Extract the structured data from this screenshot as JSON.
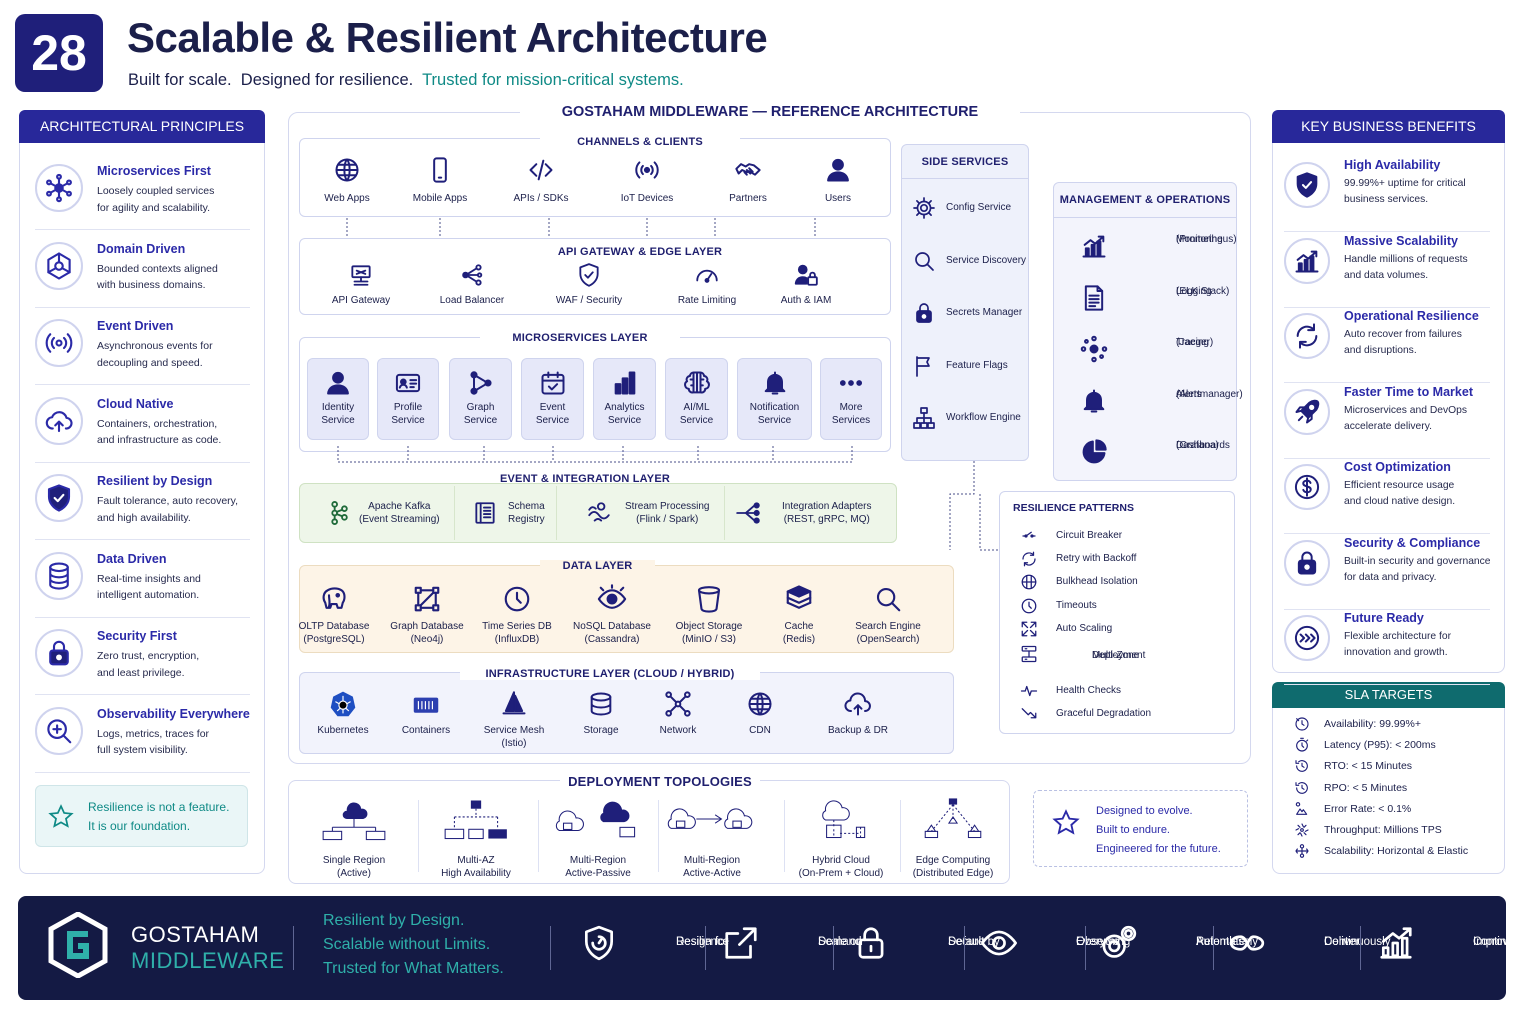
{
  "header": {
    "badge": "28",
    "title": "Scalable & Resilient Architecture",
    "tagline_a": "Built for scale.",
    "tagline_b": "Designed for resilience.",
    "tagline_c": "Trusted for mission-critical systems."
  },
  "principles": {
    "title": "ARCHITECTURAL PRINCIPLES",
    "items": [
      {
        "title": "Microservices First",
        "l1": "Loosely coupled services",
        "l2": "for agility and scalability.",
        "icon": "hexagon-network-icon"
      },
      {
        "title": "Domain Driven",
        "l1": "Bounded contexts aligned",
        "l2": "with business domains.",
        "icon": "domain-hexagon-icon"
      },
      {
        "title": "Event Driven",
        "l1": "Asynchronous events for",
        "l2": "decoupling and speed.",
        "icon": "broadcast-icon"
      },
      {
        "title": "Cloud Native",
        "l1": "Containers, orchestration,",
        "l2": "and infrastructure as code.",
        "icon": "cloud-upload-icon"
      },
      {
        "title": "Resilient by Design",
        "l1": "Fault tolerance, auto recovery,",
        "l2": "and high availability.",
        "icon": "shield-check-icon"
      },
      {
        "title": "Data Driven",
        "l1": "Real-time insights and",
        "l2": "intelligent automation.",
        "icon": "database-icon"
      },
      {
        "title": "Security First",
        "l1": "Zero trust, encryption,",
        "l2": "and least privilege.",
        "icon": "lock-icon"
      },
      {
        "title": "Observability Everywhere",
        "l1": "Logs, metrics, traces for",
        "l2": "full system visibility.",
        "icon": "magnifier-plus-icon"
      }
    ],
    "note_l1": "Resilience is not a feature.",
    "note_l2": "It is our foundation."
  },
  "arch": {
    "title": "GOSTAHAM MIDDLEWARE — REFERENCE ARCHITECTURE",
    "channels": {
      "title": "CHANNELS & CLIENTS",
      "items": [
        "Web Apps",
        "Mobile Apps",
        "APIs / SDKs",
        "IoT Devices",
        "Partners",
        "Users"
      ]
    },
    "gateway": {
      "title": "API GATEWAY & EDGE LAYER",
      "items": [
        "API Gateway",
        "Load Balancer",
        "WAF / Security",
        "Rate Limiting",
        "Auth & IAM"
      ]
    },
    "micro": {
      "title": "MICROSERVICES LAYER",
      "items": [
        [
          "Identity",
          "Service"
        ],
        [
          "Profile",
          "Service"
        ],
        [
          "Graph",
          "Service"
        ],
        [
          "Event",
          "Service"
        ],
        [
          "Analytics",
          "Service"
        ],
        [
          "AI/ML",
          "Service"
        ],
        [
          "Notification",
          "Service"
        ],
        [
          "More",
          "Services"
        ]
      ]
    },
    "event": {
      "title": "EVENT & INTEGRATION LAYER",
      "items": [
        [
          "Apache Kafka",
          "(Event Streaming)"
        ],
        [
          "Schema",
          "Registry"
        ],
        [
          "Stream Processing",
          "(Flink / Spark)"
        ],
        [
          "Integration Adapters",
          "(REST, gRPC, MQ)"
        ]
      ]
    },
    "data": {
      "title": "DATA LAYER",
      "items": [
        [
          "OLTP Database",
          "(PostgreSQL)"
        ],
        [
          "Graph Database",
          "(Neo4j)"
        ],
        [
          "Time Series DB",
          "(InfluxDB)"
        ],
        [
          "NoSQL Database",
          "(Cassandra)"
        ],
        [
          "Object Storage",
          "(MinIO / S3)"
        ],
        [
          "Cache",
          "(Redis)"
        ],
        [
          "Search Engine",
          "(OpenSearch)"
        ]
      ]
    },
    "infra": {
      "title": "INFRASTRUCTURE LAYER (CLOUD / HYBRID)",
      "items": [
        [
          "Kubernetes",
          ""
        ],
        [
          "Containers",
          ""
        ],
        [
          "Service Mesh",
          "(Istio)"
        ],
        [
          "Storage",
          ""
        ],
        [
          "Network",
          ""
        ],
        [
          "CDN",
          ""
        ],
        [
          "Backup & DR",
          ""
        ]
      ]
    },
    "side": {
      "title": "SIDE SERVICES",
      "items": [
        "Config Service",
        "Service Discovery",
        "Secrets Manager",
        "Feature Flags",
        "Workflow Engine"
      ]
    },
    "mgmt": {
      "title": "MANAGEMENT & OPERATIONS",
      "items": [
        [
          "Monitoring",
          "(Prometheus)"
        ],
        [
          "Logging",
          "(ELK Stack)"
        ],
        [
          "Tracing",
          "(Jaeger)"
        ],
        [
          "Alerts",
          "(Alertmanager)"
        ],
        [
          "Dashboards",
          "(Grafana)"
        ]
      ]
    },
    "resilience": {
      "title": "RESILIENCE PATTERNS",
      "items": [
        "Circuit Breaker",
        "Retry with Backoff",
        "Bulkhead Isolation",
        "Timeouts",
        "Auto Scaling",
        "Multi-Zone",
        "Deployment",
        "Health Checks",
        "Graceful Degradation"
      ]
    }
  },
  "deploy": {
    "title": "DEPLOYMENT TOPOLOGIES",
    "items": [
      [
        "Single Region",
        "(Active)"
      ],
      [
        "Multi-AZ",
        "High Availability"
      ],
      [
        "Multi-Region",
        "Active-Passive"
      ],
      [
        "Multi-Region",
        "Active-Active"
      ],
      [
        "Hybrid Cloud",
        "(On-Prem + Cloud)"
      ],
      [
        "Edge Computing",
        "(Distributed Edge)"
      ]
    ],
    "note": [
      "Designed to evolve.",
      "Built to endure.",
      "Engineered for the future."
    ]
  },
  "benefits": {
    "title": "KEY BUSINESS BENEFITS",
    "items": [
      {
        "title": "High Availability",
        "l1": "99.99%+ uptime for critical",
        "l2": "business services."
      },
      {
        "title": "Massive Scalability",
        "l1": "Handle millions of requests",
        "l2": "and data volumes."
      },
      {
        "title": "Operational Resilience",
        "l1": "Auto recover from failures",
        "l2": "and disruptions."
      },
      {
        "title": "Faster Time to Market",
        "l1": "Microservices and DevOps",
        "l2": "accelerate delivery."
      },
      {
        "title": "Cost Optimization",
        "l1": "Efficient resource usage",
        "l2": "and cloud native design."
      },
      {
        "title": "Security & Compliance",
        "l1": "Built-in security and governance",
        "l2": "for data and privacy."
      },
      {
        "title": "Future Ready",
        "l1": "Flexible architecture for",
        "l2": "innovation and growth."
      }
    ]
  },
  "sla": {
    "title": "SLA TARGETS",
    "items": [
      "Availability: 99.99%+",
      "Latency (P95): < 200ms",
      "RTO: < 15 Minutes",
      "RPO: < 5 Minutes",
      "Error Rate: < 0.1%",
      "Throughput: Millions TPS",
      "Scalability: Horizontal & Elastic"
    ]
  },
  "footer": {
    "brand1": "GOSTAHAM",
    "brand2": "MIDDLEWARE",
    "slogan": [
      "Resilient by Design.",
      "Scalable without Limits.",
      "Trusted for What Matters."
    ],
    "items": [
      [
        "Design for",
        "Resilience"
      ],
      [
        "Scale on",
        "Demand"
      ],
      [
        "Secure by",
        "Default"
      ],
      [
        "Observe",
        "Everything"
      ],
      [
        "Automate",
        "Relentlessly"
      ],
      [
        "Deliver",
        "Continuously"
      ],
      [
        "Improve",
        "Continuously"
      ]
    ]
  },
  "colors": {
    "navy": "#1f1f7a",
    "teal": "#0f8a86",
    "footer": "#141a44"
  }
}
